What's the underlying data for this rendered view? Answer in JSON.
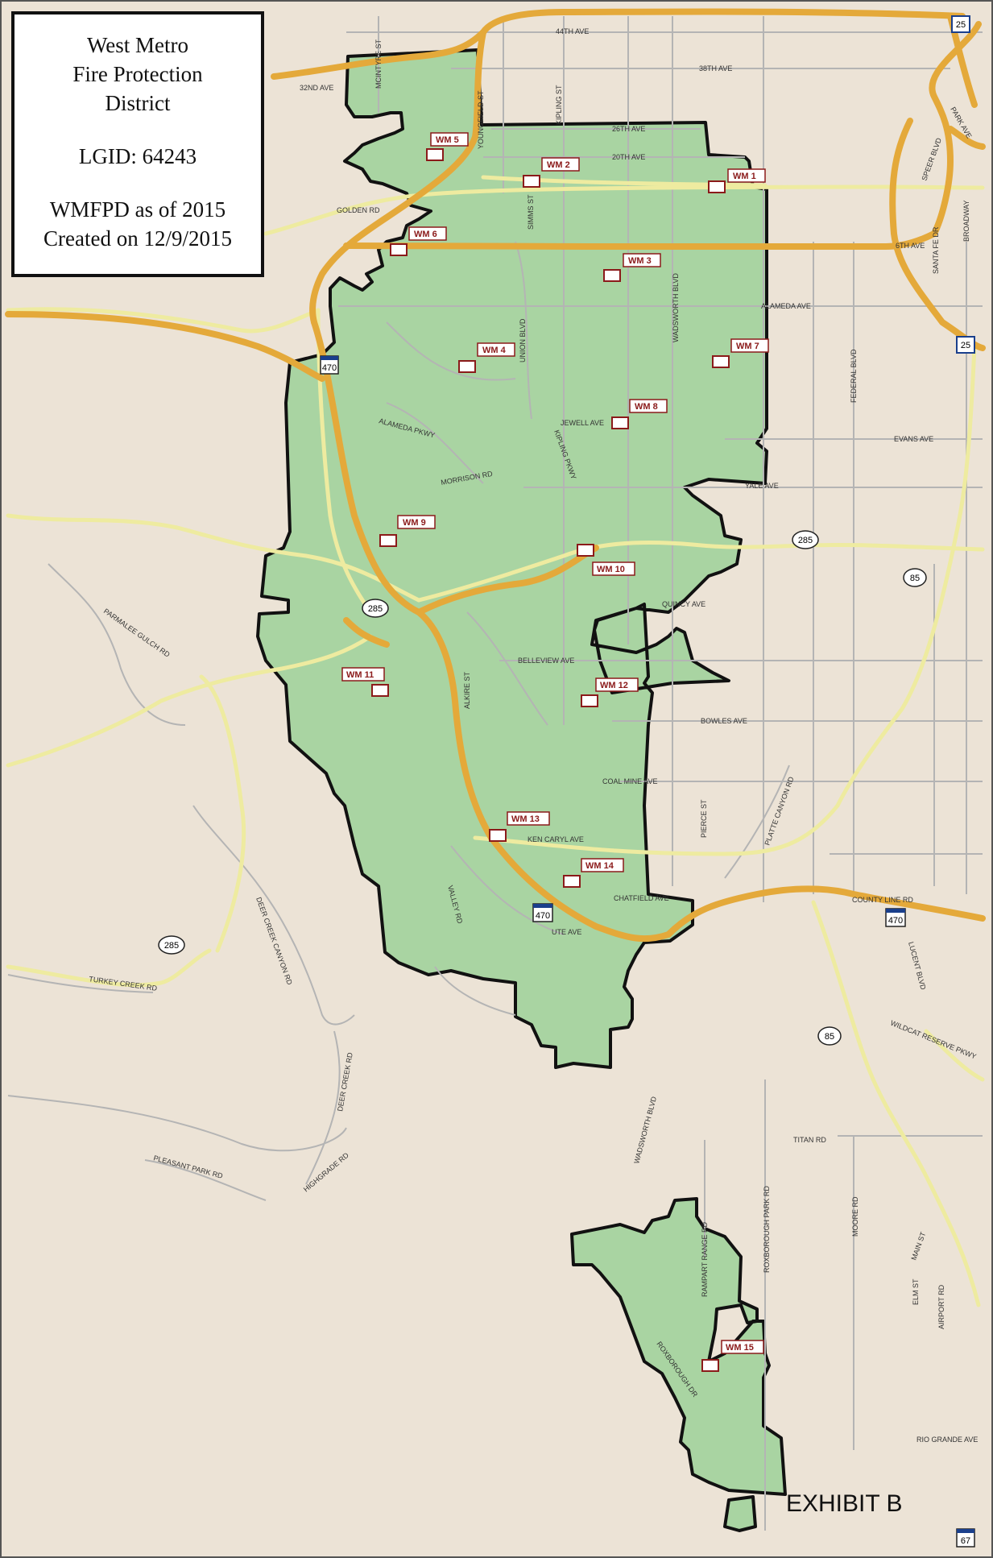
{
  "title": {
    "line1": "West Metro",
    "line2": "Fire Protection",
    "line3": "District",
    "lgid": "LGID: 64243",
    "asof": "WMFPD as of 2015",
    "created": "Created on 12/9/2015"
  },
  "exhibit": "EXHIBIT B",
  "colors": {
    "background": "#ece3d6",
    "district_fill": "#a9d4a2",
    "district_border": "#111111",
    "highway": "#e4a93a",
    "major_road": "#eeeba0",
    "minor_road": "#b4b4b4",
    "station_label": "#8b1a1a"
  },
  "stations": [
    "WM 1",
    "WM 2",
    "WM 3",
    "WM 4",
    "WM 5",
    "WM 6",
    "WM 7",
    "WM 8",
    "WM 9",
    "WM 10",
    "WM 11",
    "WM 12",
    "WM 13",
    "WM 14",
    "WM 15"
  ],
  "road_labels": [
    "44TH AVE",
    "38TH AVE",
    "32ND AVE",
    "26TH AVE",
    "20TH AVE",
    "GOLDEN RD",
    "6TH AVE",
    "ALAMEDA AVE",
    "EVANS AVE",
    "YALE AVE",
    "QUINCY AVE",
    "BELLEVIEW AVE",
    "BOWLES AVE",
    "COAL MINE AVE",
    "KEN CARYL AVE",
    "CHATFIELD AVE",
    "UTE AVE",
    "COUNTY LINE RD",
    "TITAN RD",
    "RIO GRANDE AVE",
    "MCINTYRE ST",
    "YOUNGFIELD ST",
    "KIPLING ST",
    "SIMMS ST",
    "WADSWORTH BLVD",
    "UNION BLVD",
    "FEDERAL BLVD",
    "SANTA FE DR",
    "BROADWAY",
    "SPEER BLVD",
    "PARK AVE",
    "PIERCE ST",
    "PLATTE CANYON RD",
    "ALKIRE ST",
    "VALLEY RD",
    "LUCENT BLVD",
    "WILDCAT RESERVE PKWY",
    "ROXBOROUGH PARK RD",
    "MOORE RD",
    "RAMPART RANGE RD",
    "ROXBOROUGH DR",
    "WADSWORTH BLVD",
    "DEER CREEK RD",
    "DEER CREEK CANYON RD",
    "HIGHGRADE RD",
    "PLEASANT PARK RD",
    "TURKEY CREEK RD",
    "PARMALEE GULCH RD",
    "ALAMEDA PKWY",
    "JEWELL AVE",
    "KIPLING PKWY",
    "MORRISON RD",
    "MAIN ST",
    "ELM ST",
    "AIRPORT RD"
  ],
  "shields": [
    "25",
    "25",
    "470",
    "470",
    "470",
    "285",
    "285",
    "285",
    "85",
    "85",
    "67"
  ]
}
